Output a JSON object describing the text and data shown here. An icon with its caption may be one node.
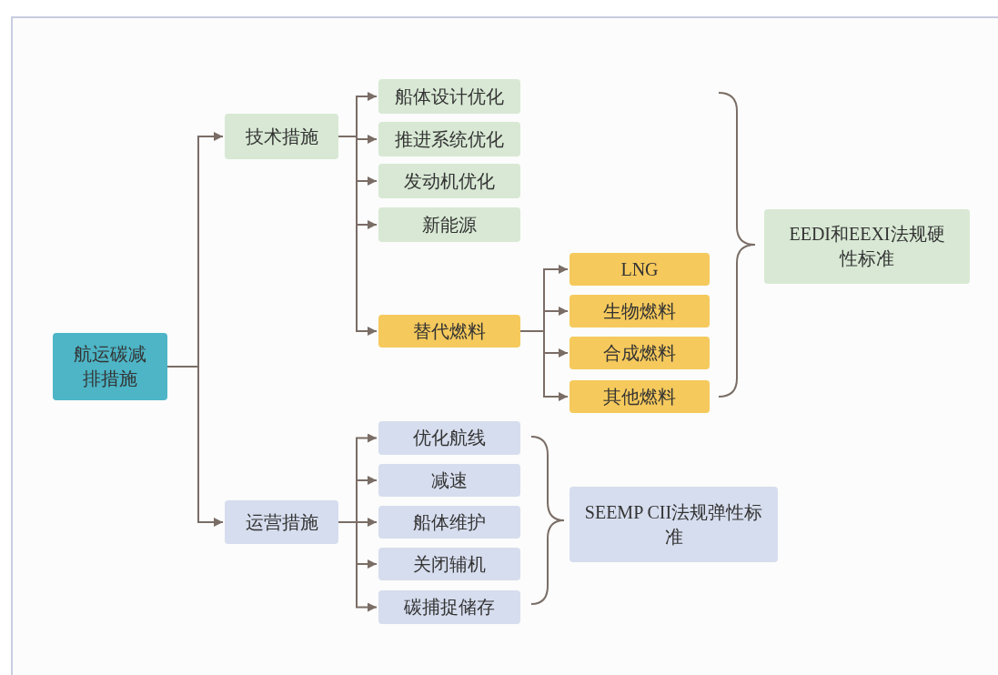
{
  "diagram": {
    "nodes": [
      {
        "text": [
          "航运碳减排措施"
        ]
      },
      {
        "text": [
          "技术措施"
        ]
      },
      {
        "text": [
          "船体设计优化"
        ]
      },
      {
        "text": [
          "推进系统优化"
        ]
      },
      {
        "text": [
          "发动机优化"
        ]
      },
      {
        "text": [
          "新能源"
        ]
      },
      {
        "text": [
          "替代燃料"
        ]
      },
      {
        "text": [
          "LNG"
        ]
      },
      {
        "text": [
          "生物燃料"
        ]
      },
      {
        "text": [
          "合成燃料"
        ]
      },
      {
        "text": [
          "其他燃料"
        ]
      },
      {
        "text": [
          "EEDI和EEXI法规硬性标准"
        ]
      },
      {
        "text": [
          "运营措施"
        ]
      },
      {
        "text": [
          "优化航线"
        ]
      },
      {
        "text": [
          "减速"
        ]
      },
      {
        "text": [
          "船体维护"
        ]
      },
      {
        "text": [
          "关闭辅机"
        ]
      },
      {
        "text": [
          "碳捕捉储存"
        ]
      },
      {
        "text": [
          "SEEMP CII法规弹性标准"
        ]
      }
    ],
    "edges": [
      {
        "from": 0,
        "to": 1,
        "arrow": "to"
      },
      {
        "from": 0,
        "to": 12,
        "arrow": "to"
      },
      {
        "from": 1,
        "to": 2,
        "arrow": "to"
      },
      {
        "from": 1,
        "to": 3,
        "arrow": "to"
      },
      {
        "from": 1,
        "to": 4,
        "arrow": "to"
      },
      {
        "from": 1,
        "to": 5,
        "arrow": "to"
      },
      {
        "from": 1,
        "to": 6,
        "arrow": "to"
      },
      {
        "from": 6,
        "to": 7,
        "arrow": "to"
      },
      {
        "from": 6,
        "to": 8,
        "arrow": "to"
      },
      {
        "from": 6,
        "to": 9,
        "arrow": "to"
      },
      {
        "from": 6,
        "to": 10,
        "arrow": "to"
      },
      {
        "from": 12,
        "to": 13,
        "arrow": "to"
      },
      {
        "from": 12,
        "to": 14,
        "arrow": "to"
      },
      {
        "from": 12,
        "to": 15,
        "arrow": "to"
      },
      {
        "from": 12,
        "to": 16,
        "arrow": "to"
      },
      {
        "from": 12,
        "to": 17,
        "arrow": "to"
      }
    ]
  }
}
